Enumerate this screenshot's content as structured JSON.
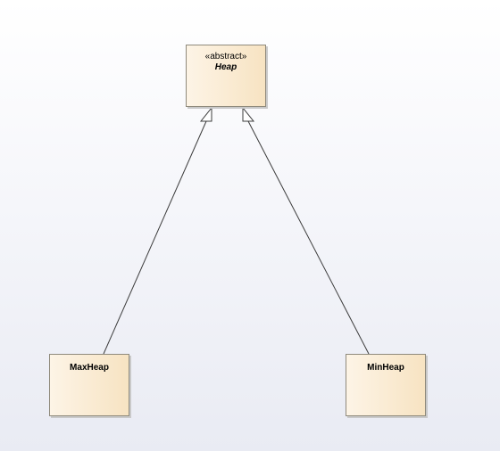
{
  "diagram": {
    "classes": [
      {
        "id": "heap",
        "stereotype": "«abstract»",
        "name": "Heap",
        "abstract": true
      },
      {
        "id": "maxheap",
        "name": "MaxHeap"
      },
      {
        "id": "minheap",
        "name": "MinHeap"
      }
    ],
    "relations": [
      {
        "type": "generalization",
        "from": "MaxHeap",
        "to": "Heap"
      },
      {
        "type": "generalization",
        "from": "MinHeap",
        "to": "Heap"
      }
    ],
    "colors": {
      "class_fill_start": "#fdf4e6",
      "class_fill_end": "#f7e3c2",
      "class_border": "#8f8a7c",
      "connector": "#3c3c3c"
    }
  }
}
